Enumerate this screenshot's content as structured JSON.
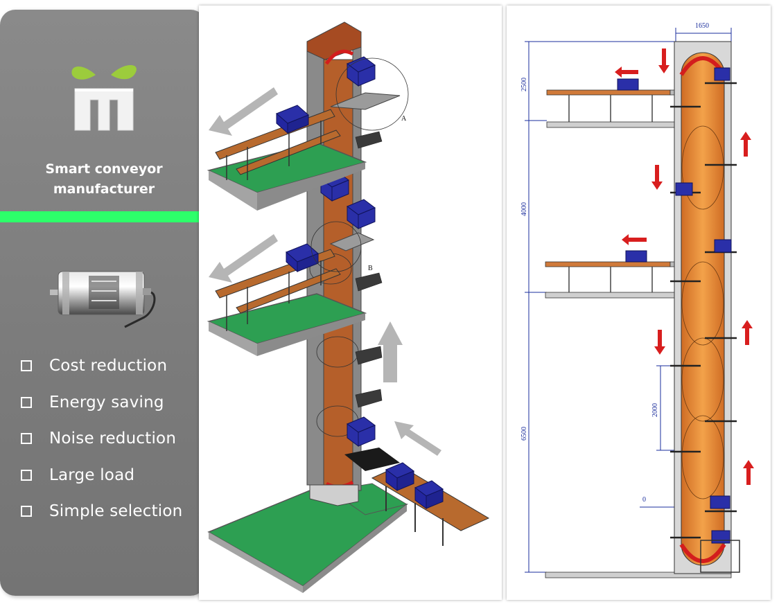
{
  "sidebar": {
    "tagline": [
      "Smart conveyor",
      "manufacturer"
    ],
    "features": [
      "Cost reduction",
      "Energy saving",
      "Noise reduction",
      "Large load",
      "Simple selection"
    ],
    "accent_color": "#2dff6a",
    "icons": {
      "logo": "leaf-m-logo",
      "product": "conveyor-motor-roller",
      "bullet": "checkbox-empty"
    }
  },
  "iso_view": {
    "callouts": [
      "A",
      "B"
    ],
    "colors": {
      "floor": "#2d9f52",
      "tower": "#a85a28",
      "box": "#2a2fa8",
      "arrow": "#b5b5b5"
    }
  },
  "elevation_view": {
    "dimensions": {
      "top_width": "1650",
      "heights": [
        "2500",
        "4000",
        "6500"
      ],
      "pitch": "2000",
      "zero_mark": "0"
    },
    "colors": {
      "dimension": "#1a2d9c",
      "flow_arrow": "#d81e1e",
      "tower_fill": "#e0892e"
    }
  }
}
